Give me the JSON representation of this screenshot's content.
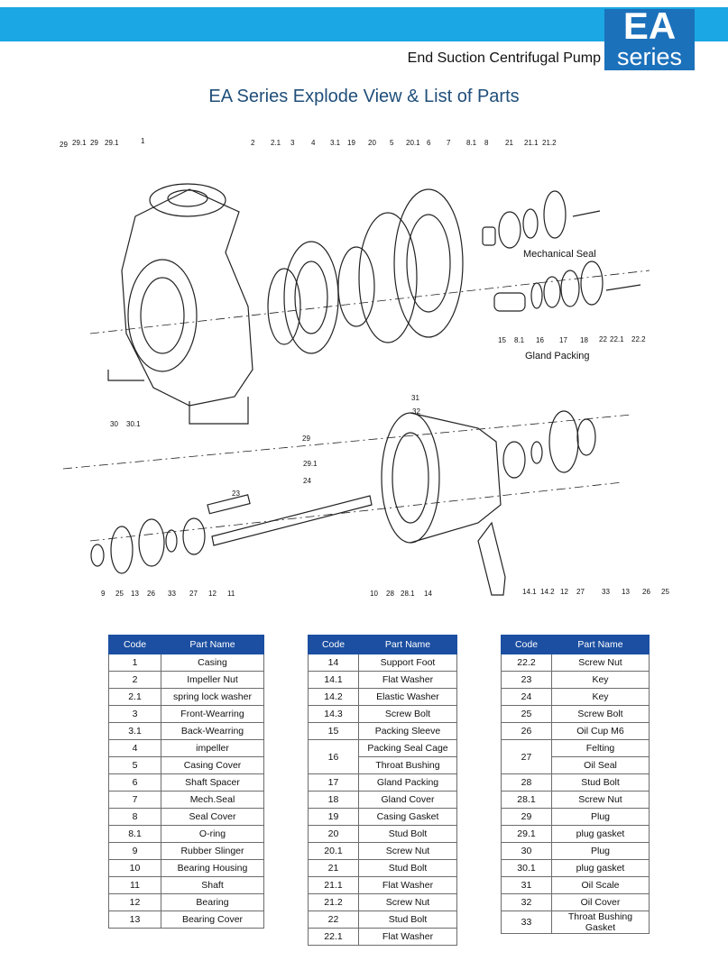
{
  "header": {
    "subtitle": "End Suction Centrifugal Pump",
    "brand_top": "EA",
    "brand_bottom": "series"
  },
  "title": "EA Series Explode View & List of Parts",
  "diagram": {
    "mechanical_seal_caption": "Mechanical Seal",
    "gland_packing_caption": "Gland Packing",
    "callouts_top": [
      "29",
      "29.1",
      "29",
      "29.1",
      "1",
      "2",
      "2.1",
      "3",
      "4",
      "3.1",
      "19",
      "20",
      "5",
      "20.1",
      "6",
      "7",
      "8.1",
      "8",
      "21",
      "21.1",
      "21.2"
    ],
    "callouts_seal": [
      "15",
      "8.1",
      "16",
      "17",
      "18",
      "22",
      "22.1",
      "22.2"
    ],
    "callouts_casing": [
      "30",
      "30.1"
    ],
    "callouts_mid": [
      "31",
      "32",
      "29",
      "29.1",
      "24",
      "23"
    ],
    "callouts_bottom": [
      "9",
      "25",
      "13",
      "26",
      "33",
      "27",
      "12",
      "11",
      "10",
      "28",
      "28.1",
      "14",
      "14.1",
      "14.2",
      "12",
      "27",
      "33",
      "13",
      "26",
      "25"
    ]
  },
  "tables": [
    {
      "headers": [
        "Code",
        "Part Name"
      ],
      "rows": [
        [
          "1",
          "Casing"
        ],
        [
          "2",
          "Impeller Nut"
        ],
        [
          "2.1",
          "spring lock washer"
        ],
        [
          "3",
          "Front-Wearring"
        ],
        [
          "3.1",
          "Back-Wearring"
        ],
        [
          "4",
          "impeller"
        ],
        [
          "5",
          "Casing Cover"
        ],
        [
          "6",
          "Shaft Spacer"
        ],
        [
          "7",
          "Mech.Seal"
        ],
        [
          "8",
          "Seal Cover"
        ],
        [
          "8.1",
          "O-ring"
        ],
        [
          "9",
          "Rubber Slinger"
        ],
        [
          "10",
          "Bearing Housing"
        ],
        [
          "11",
          "Shaft"
        ],
        [
          "12",
          "Bearing"
        ],
        [
          "13",
          "Bearing Cover"
        ]
      ]
    },
    {
      "headers": [
        "Code",
        "Part Name"
      ],
      "rows": [
        [
          "14",
          "Support Foot"
        ],
        [
          "14.1",
          "Flat Washer"
        ],
        [
          "14.2",
          "Elastic Washer"
        ],
        [
          "14.3",
          "Screw Bolt"
        ],
        [
          "15",
          "Packing Sleeve"
        ],
        [
          "16",
          "Packing Seal Cage"
        ],
        [
          "",
          "Throat Bushing"
        ],
        [
          "17",
          "Gland Packing"
        ],
        [
          "18",
          "Gland Cover"
        ],
        [
          "19",
          "Casing Gasket"
        ],
        [
          "20",
          "Stud Bolt"
        ],
        [
          "20.1",
          "Screw Nut"
        ],
        [
          "21",
          "Stud Bolt"
        ],
        [
          "21.1",
          "Flat Washer"
        ],
        [
          "21.2",
          "Screw Nut"
        ],
        [
          "22",
          "Stud Bolt"
        ],
        [
          "22.1",
          "Flat Washer"
        ]
      ]
    },
    {
      "headers": [
        "Code",
        "Part Name"
      ],
      "rows": [
        [
          "22.2",
          "Screw Nut"
        ],
        [
          "23",
          "Key"
        ],
        [
          "24",
          "Key"
        ],
        [
          "25",
          "Screw Bolt"
        ],
        [
          "26",
          "Oil Cup M6"
        ],
        [
          "27",
          "Felting"
        ],
        [
          "",
          "Oil Seal"
        ],
        [
          "28",
          "Stud Bolt"
        ],
        [
          "28.1",
          "Screw Nut"
        ],
        [
          "29",
          "Plug"
        ],
        [
          "29.1",
          "plug gasket"
        ],
        [
          "30",
          "Plug"
        ],
        [
          "30.1",
          "plug gasket"
        ],
        [
          "31",
          "Oil Scale"
        ],
        [
          "32",
          "Oil Cover"
        ],
        [
          "33",
          "Throat Bushing Gasket"
        ]
      ]
    }
  ]
}
